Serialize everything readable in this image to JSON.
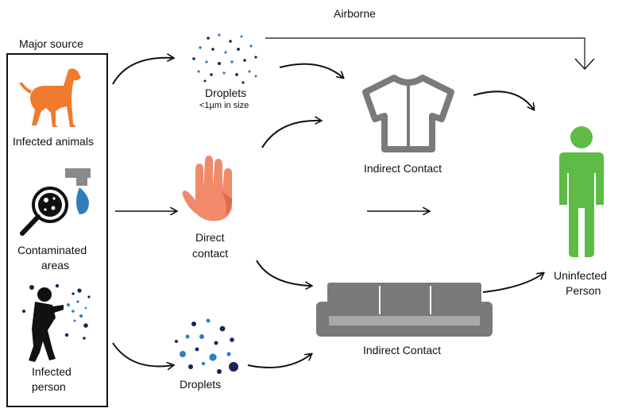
{
  "labels": {
    "airborne": "Airborne",
    "major_source": "Major source",
    "infected_animals": "Infected animals",
    "contaminated_areas_1": "Contaminated",
    "contaminated_areas_2": "areas",
    "infected_person_1": "Infected",
    "infected_person_2": "person",
    "droplets_top": "Droplets",
    "droplets_size": "<1µm in size",
    "direct_contact_1": "Direct",
    "direct_contact_2": "contact",
    "indirect_contact_shirt": "Indirect Contact",
    "indirect_contact_sofa": "Indirect Contact",
    "droplets_bottom": "Droplets",
    "uninfected_1": "Uninfected",
    "uninfected_2": "Person"
  },
  "colors": {
    "dog": "#f07a2e",
    "hand": "#f08a6a",
    "person_green": "#5dbb46",
    "furniture_gray": "#7a7a7a",
    "droplet_dark": "#1f1f5a",
    "droplet_blue": "#2f7fc0",
    "faucet_gray": "#8a8a8a",
    "water_blue": "#2f7fc0"
  },
  "icons": [
    "dog-icon",
    "magnifier-bacteria-icon",
    "coughing-person-icon",
    "droplets-icon",
    "hand-icon",
    "shirt-icon",
    "sofa-icon",
    "standing-person-icon"
  ]
}
